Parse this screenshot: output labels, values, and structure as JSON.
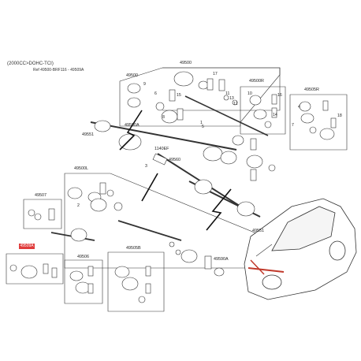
{
  "header": {
    "line1": "(2000CC>DOHC-TCI)",
    "line2": "Ref 49500-BRF116 - 49509A"
  },
  "codes": {
    "a49500": "49500",
    "a49500r": "49500R",
    "a49505r": "49505R",
    "a49551_top": "49551",
    "a1140ef": "1140EF",
    "a49560": "49560",
    "a49500l": "49500L",
    "a49507": "49507",
    "a49509a": "49509A",
    "a49506": "49506",
    "a49505b": "49505B",
    "a49590a_top": "49590A",
    "a49590a_bot": "49590A",
    "a49551_bot": "49551"
  },
  "nums": {
    "n1": "1",
    "n2": "2",
    "n3": "3",
    "n4": "4",
    "n5": "5",
    "n6": "6",
    "n7": "7",
    "n8": "8",
    "n9": "9",
    "n10": "10",
    "n11": "11",
    "n12": "12",
    "n13": "13",
    "n14": "14",
    "n15": "15",
    "n16": "16",
    "n17": "17",
    "n18": "18"
  },
  "colors": {
    "line": "#333333",
    "highlight": "#e03b3b",
    "part_fill": "#ffffff"
  }
}
